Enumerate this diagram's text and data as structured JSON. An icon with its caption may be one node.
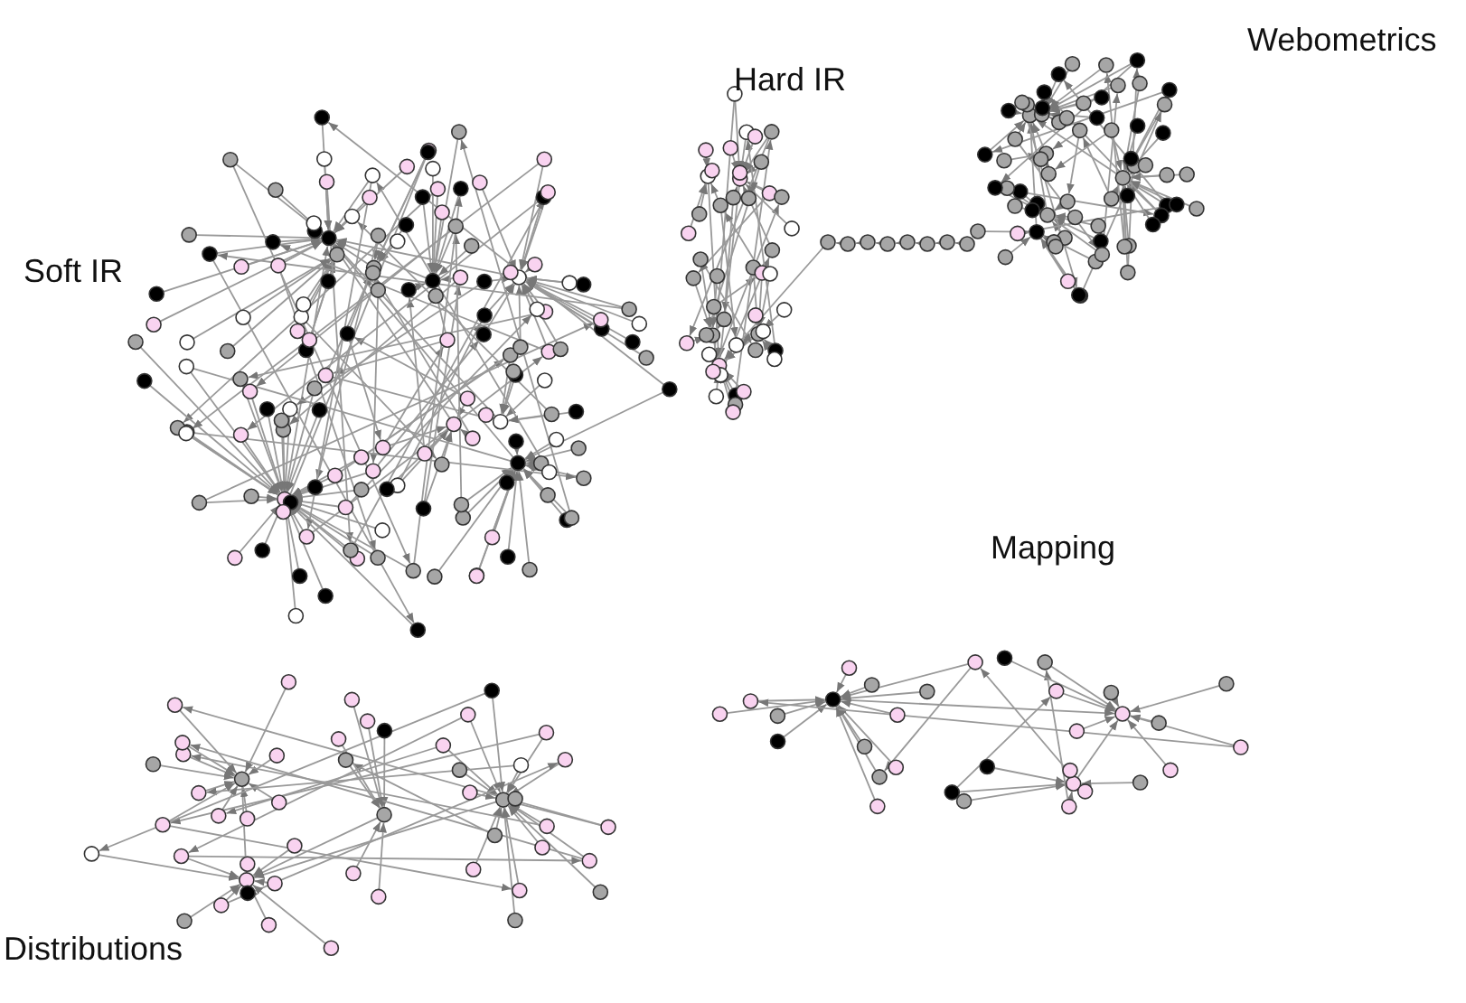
{
  "diagram": {
    "labels": [
      "Soft IR",
      "Hard IR",
      "Webometrics",
      "Mapping",
      "Distributions"
    ]
  }
}
